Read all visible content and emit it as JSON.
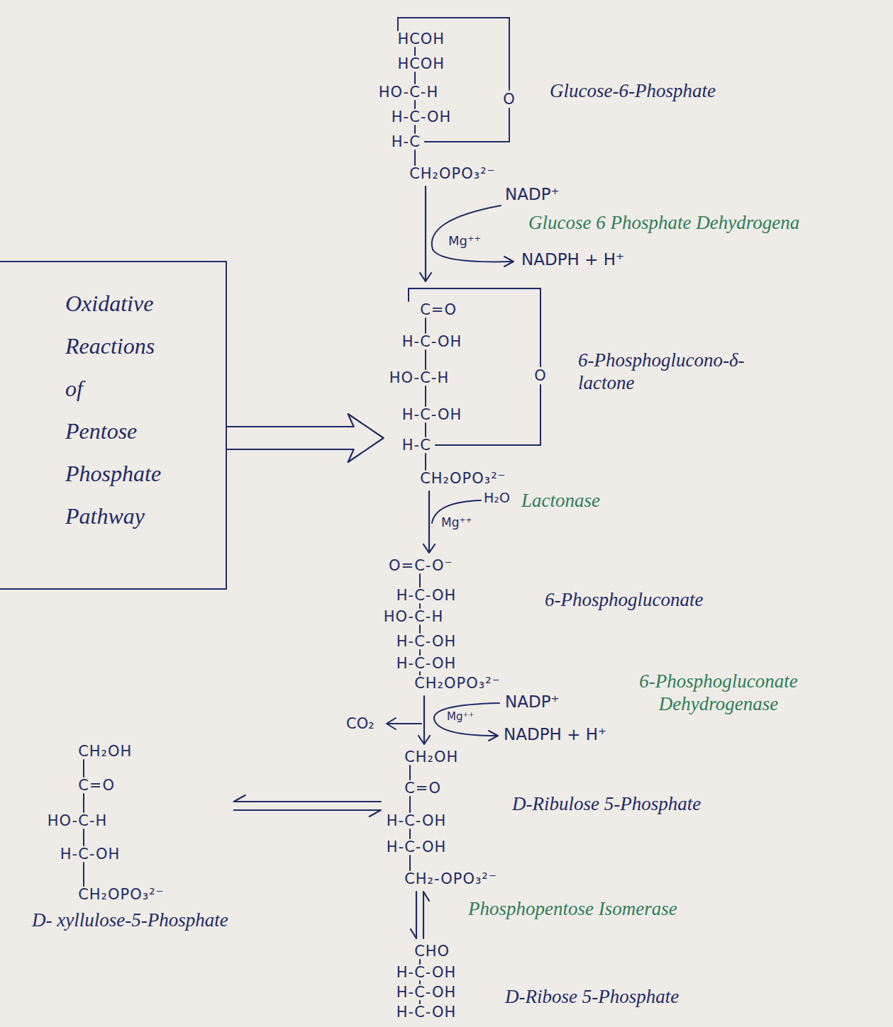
{
  "diagram": {
    "nodes": [
      {
        "text": [
          "HCOH",
          "HCOH",
          "HO-C-H",
          "H-C-OH",
          "H-C",
          "CH₂OPO₃²⁻",
          "O",
          "Glucose-6-Phosphate"
        ]
      },
      {
        "text": [
          "Oxidative Reactions of Pentose Phosphate Pathway"
        ]
      },
      {
        "text": [
          "C=O",
          "H-C-OH",
          "HO-C-H",
          "H-C-OH",
          "H-C",
          "CH₂OPO₃²⁻",
          "O",
          "6-Phosphoglucono-δ-lactone"
        ]
      },
      {
        "text": [
          "O=C-O⁻",
          "H-C-OH",
          "HO-C-H",
          "H-C-OH",
          "H-C-OH",
          "CH₂OPO₃²⁻",
          "6-Phosphogluconate"
        ]
      },
      {
        "text": [
          "CH₂OH",
          "C=O",
          "HO-C-H",
          "H-C-OH",
          "CH₂OPO₃²⁻",
          "D- xyllulose-5-Phosphate"
        ]
      },
      {
        "text": [
          "CH₂OH",
          "C=O",
          "H-C-OH",
          "H-C-OH",
          "CH₂-OPO₃²⁻",
          "D-Ribulose 5-Phosphate"
        ]
      },
      {
        "text": [
          "CHO",
          "H-C-OH",
          "H-C-OH",
          "H-C-OH",
          "D-Ribose 5-Phosphate"
        ]
      }
    ],
    "edges": [
      {
        "from": 0,
        "to": 2,
        "arrow": "to",
        "label": "Glucose 6 Phosphate Dehydrogena"
      },
      {
        "from": 1,
        "to": 2,
        "arrow": "to"
      },
      {
        "from": 2,
        "to": 3,
        "arrow": "to",
        "label": "Lactonase"
      },
      {
        "from": 3,
        "to": 5,
        "arrow": "to",
        "label": "6-Phosphogluconate Dehydrogenase"
      },
      {
        "from": 5,
        "to": 4,
        "arrow": "both"
      },
      {
        "from": 5,
        "to": 6,
        "arrow": "both",
        "label": "Phosphopentose Isomerase"
      }
    ],
    "labels": [
      "NADP⁺",
      "Mg⁺⁺",
      "NADPH + H⁺",
      "H₂O",
      "Mg⁺⁺",
      "CO₂",
      "NADP⁺",
      "Mg⁺⁺",
      "NADPH + H⁺"
    ]
  }
}
